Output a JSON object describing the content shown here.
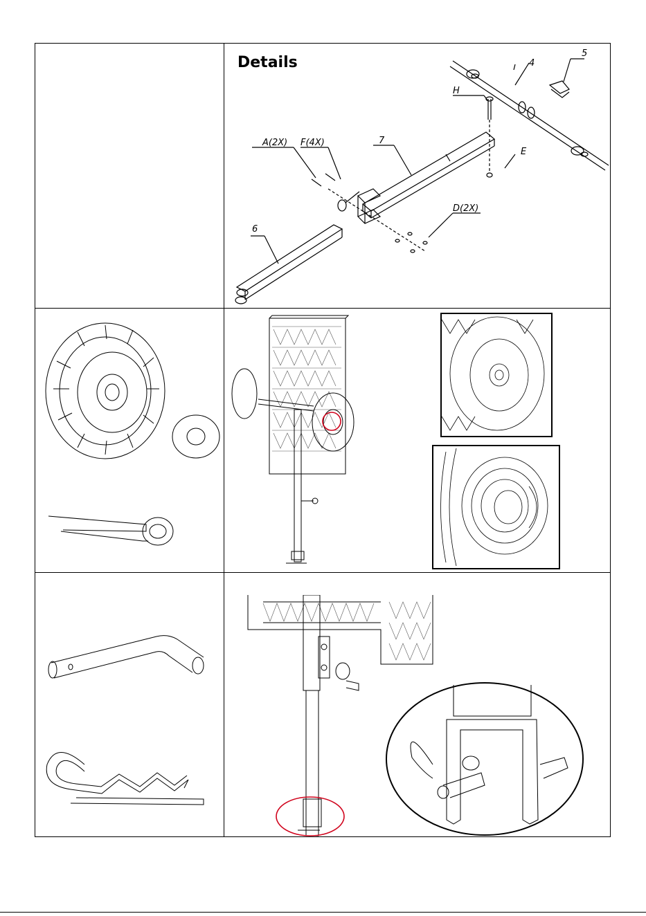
{
  "details": {
    "title": "Details",
    "callouts": {
      "part_4": "4",
      "part_5": "5",
      "part_h": "H",
      "part_a": "A(2X)",
      "part_f": "F(4X)",
      "part_7": "7",
      "part_e": "E",
      "part_d": "D(2X)",
      "part_6": "6"
    }
  },
  "colors": {
    "line": "#000000",
    "highlight_circle": "#d0021b"
  },
  "icons": [
    "exploded-axle-diagram",
    "wheel-icon",
    "washer-icon",
    "cotter-pin-icon",
    "carrier-assembly-drawing",
    "wheel-closeup",
    "hub-closeup",
    "hitch-pin-icon",
    "hairpin-clip-icon",
    "hitch-assembly-drawing",
    "hitch-closeup"
  ]
}
